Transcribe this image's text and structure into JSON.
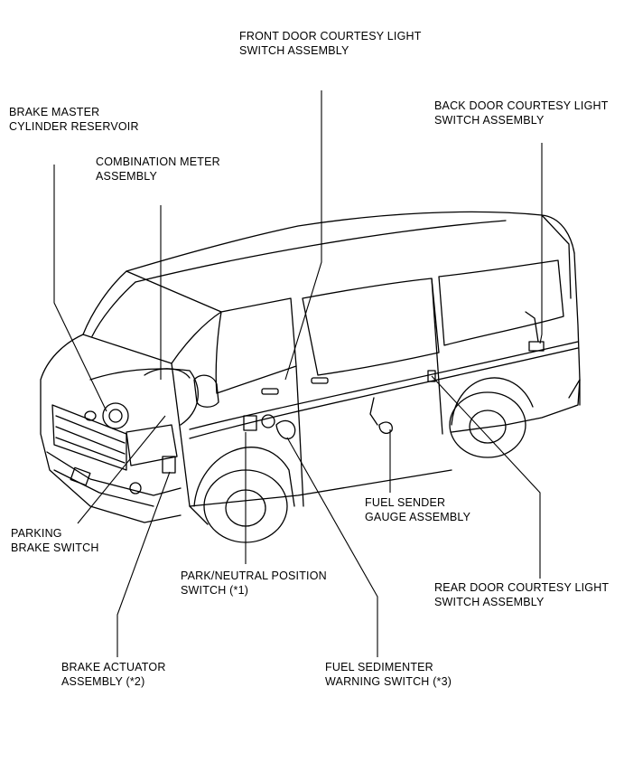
{
  "labels": {
    "front_door": {
      "line1": "FRONT DOOR COURTESY LIGHT",
      "line2": "SWITCH ASSEMBLY"
    },
    "brake_master": {
      "line1": "BRAKE MASTER",
      "line2": "CYLINDER RESERVOIR"
    },
    "back_door": {
      "line1": "BACK DOOR COURTESY LIGHT",
      "line2": "SWITCH ASSEMBLY"
    },
    "combination_meter": {
      "line1": "COMBINATION METER",
      "line2": "ASSEMBLY"
    },
    "fuel_sender": {
      "line1": "FUEL SENDER",
      "line2": "GAUGE ASSEMBLY"
    },
    "parking_brake": {
      "line1": "PARKING",
      "line2": "BRAKE SWITCH"
    },
    "park_neutral": {
      "line1": "PARK/NEUTRAL POSITION",
      "line2": "SWITCH (*1)"
    },
    "rear_door": {
      "line1": "REAR DOOR COURTESY LIGHT",
      "line2": "SWITCH ASSEMBLY"
    },
    "brake_actuator": {
      "line1": "BRAKE ACTUATOR",
      "line2": "ASSEMBLY (*2)"
    },
    "fuel_sedimenter": {
      "line1": "FUEL SEDIMENTER",
      "line2": "WARNING SWITCH  (*3)"
    }
  }
}
